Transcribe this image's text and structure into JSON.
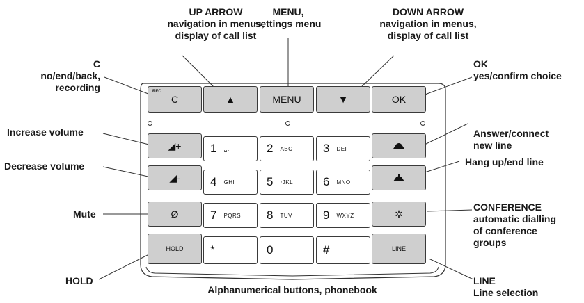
{
  "labels": {
    "up_arrow": {
      "title": "UP ARROW",
      "desc1": "navigation in menus,",
      "desc2": "display of call list"
    },
    "menu": {
      "title": "MENU,",
      "desc1": "settings menu"
    },
    "down_arrow": {
      "title": "DOWN ARROW",
      "desc1": "navigation in menus,",
      "desc2": "display of call list"
    },
    "c": {
      "title": "C",
      "desc1": "no/end/back,",
      "desc2": "recording"
    },
    "ok": {
      "title": "OK",
      "desc1": "yes/confirm choice"
    },
    "increase_volume": "Increase volume",
    "decrease_volume": "Decrease volume",
    "mute": "Mute",
    "hold": "HOLD",
    "answer": {
      "line1": "Answer/connect",
      "line2": "new line"
    },
    "hang_up": "Hang up/end line",
    "conference": {
      "line1": "CONFERENCE",
      "line2": "automatic dialling",
      "line3": "of conference",
      "line4": "groups"
    },
    "line": {
      "title": "LINE",
      "desc1": "Line selection"
    },
    "alphanumerical": "Alphanumerical buttons, phonebook"
  },
  "keys": {
    "rec": "REC",
    "c": "C",
    "up": "▲",
    "menu": "MENU",
    "down": "▼",
    "ok": "OK",
    "vol_up": "◢+",
    "vol_down": "◢-",
    "mute": "Ø",
    "hold": "HOLD",
    "answer": "⏜",
    "hangup": "⏝",
    "conference": "✲",
    "line": "LINE",
    "digits": [
      {
        "d": "1",
        "s": "␣."
      },
      {
        "d": "2",
        "s": "ABC"
      },
      {
        "d": "3",
        "s": "DEF"
      },
      {
        "d": "4",
        "s": "GHI"
      },
      {
        "d": "5",
        "s": "▫JKL"
      },
      {
        "d": "6",
        "s": "MNO"
      },
      {
        "d": "7",
        "s": "PQRS"
      },
      {
        "d": "8",
        "s": "TUV"
      },
      {
        "d": "9",
        "s": "WXYZ"
      },
      {
        "d": "*",
        "s": ""
      },
      {
        "d": "0",
        "s": ""
      },
      {
        "d": "#",
        "s": ""
      }
    ]
  }
}
